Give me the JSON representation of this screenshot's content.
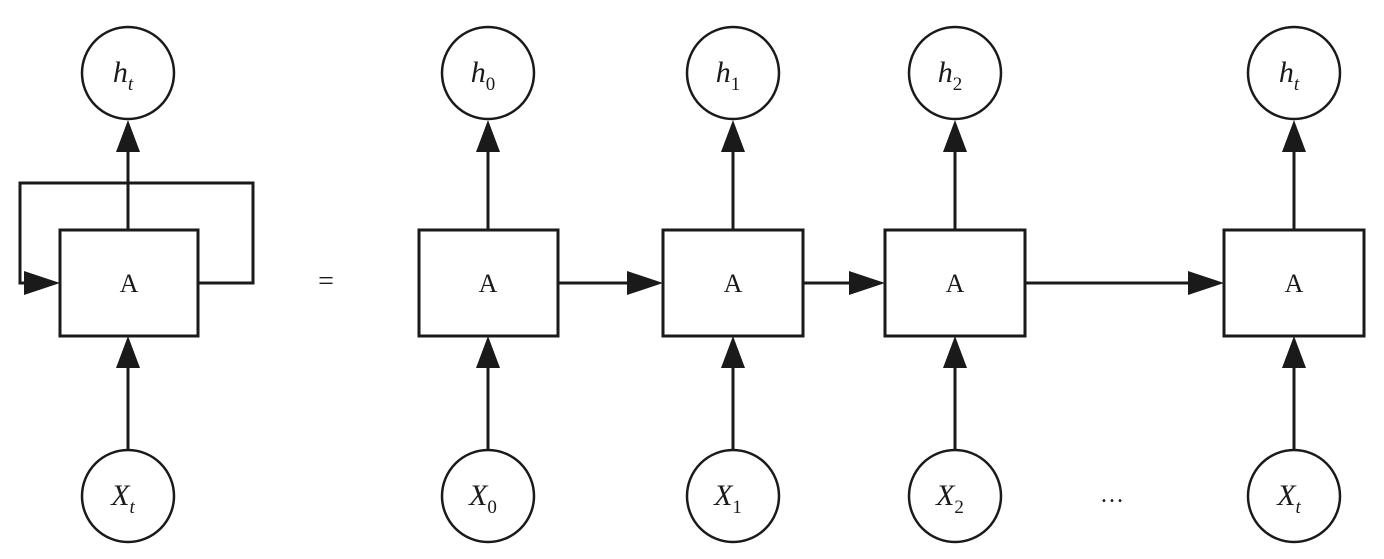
{
  "cell_label": "A",
  "equals_sign": "=",
  "ellipsis": "…",
  "folded": {
    "output": {
      "base": "h",
      "sub": "t"
    },
    "input": {
      "base": "X",
      "sub": "t"
    }
  },
  "unrolled": [
    {
      "output": {
        "base": "h",
        "sub": "0"
      },
      "input": {
        "base": "X",
        "sub": "0"
      }
    },
    {
      "output": {
        "base": "h",
        "sub": "1"
      },
      "input": {
        "base": "X",
        "sub": "1"
      }
    },
    {
      "output": {
        "base": "h",
        "sub": "2"
      },
      "input": {
        "base": "X",
        "sub": "2"
      }
    },
    {
      "output": {
        "base": "h",
        "sub": "t"
      },
      "input": {
        "base": "X",
        "sub": "t"
      }
    }
  ]
}
